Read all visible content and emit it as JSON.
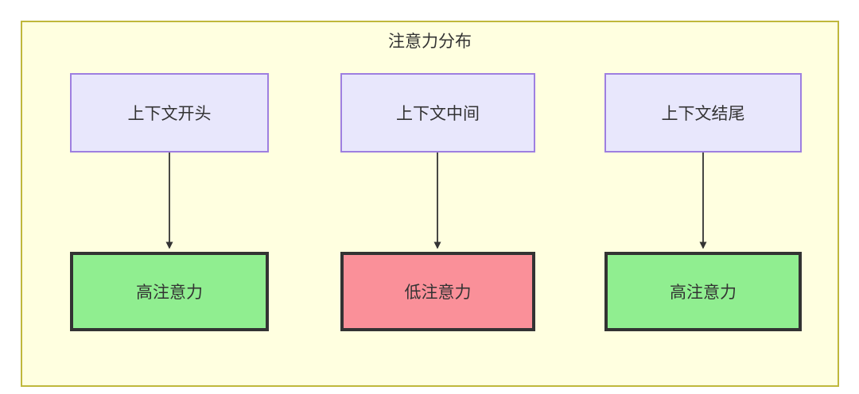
{
  "diagram": {
    "title": "注意力分布",
    "theme": {
      "container_fill": "#ffffe0",
      "container_border": "#bfb83c",
      "context_fill": "#e8e7fc",
      "context_border": "#9e7fe0",
      "high_fill": "#90ee90",
      "low_fill": "#fa9099",
      "node_border_dark": "#333333",
      "text_color": "#333333",
      "edge_color": "#333333"
    },
    "columns": [
      {
        "id": "start",
        "source": {
          "label": "上下文开头"
        },
        "target": {
          "label": "高注意力",
          "level": "high"
        }
      },
      {
        "id": "middle",
        "source": {
          "label": "上下文中间"
        },
        "target": {
          "label": "低注意力",
          "level": "low"
        }
      },
      {
        "id": "end",
        "source": {
          "label": "上下文结尾"
        },
        "target": {
          "label": "高注意力",
          "level": "high"
        }
      }
    ]
  }
}
